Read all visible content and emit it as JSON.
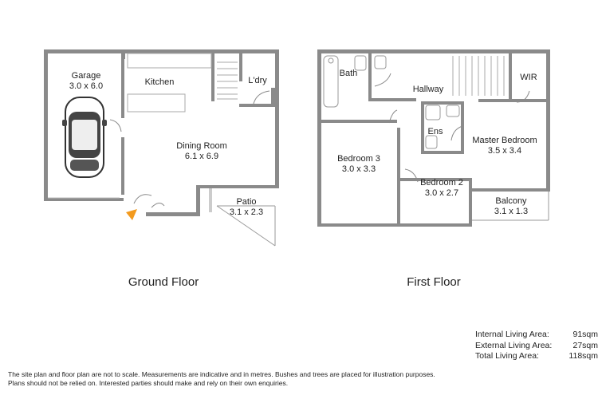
{
  "ground_floor": {
    "title": "Ground Floor",
    "rooms": [
      {
        "name": "Garage",
        "size": "3.0 x 6.0"
      },
      {
        "name": "Kitchen",
        "size": ""
      },
      {
        "name": "L'dry",
        "size": ""
      },
      {
        "name": "Dining Room",
        "size": "6.1 x 6.9"
      },
      {
        "name": "Patio",
        "size": "3.1 x 2.3"
      }
    ]
  },
  "first_floor": {
    "title": "First Floor",
    "rooms": [
      {
        "name": "Bath",
        "size": ""
      },
      {
        "name": "Hallway",
        "size": ""
      },
      {
        "name": "WIR",
        "size": ""
      },
      {
        "name": "Ens",
        "size": ""
      },
      {
        "name": "Master Bedroom",
        "size": "3.5 x 3.4"
      },
      {
        "name": "Bedroom 3",
        "size": "3.0 x 3.3"
      },
      {
        "name": "Bedroom 2",
        "size": "3.0 x 2.7"
      },
      {
        "name": "Balcony",
        "size": "3.1 x 1.3"
      }
    ]
  },
  "areas": [
    {
      "label": "Internal Living Area:",
      "value": "91sqm"
    },
    {
      "label": "External Living Area:",
      "value": "27sqm"
    },
    {
      "label": "Total Living Area:",
      "value": "118sqm"
    }
  ],
  "disclaimer": [
    "The site plan and floor plan are not to scale. Measurements are indicative and in metres. Bushes and trees are placed for illustration purposes.",
    "Plans should not be relied on. Interested parties should make and rely on their own enquiries."
  ],
  "colors": {
    "wall": "#8a8a8a",
    "entry_marker": "#f39a1e",
    "fixture": "#9a9a9a"
  }
}
